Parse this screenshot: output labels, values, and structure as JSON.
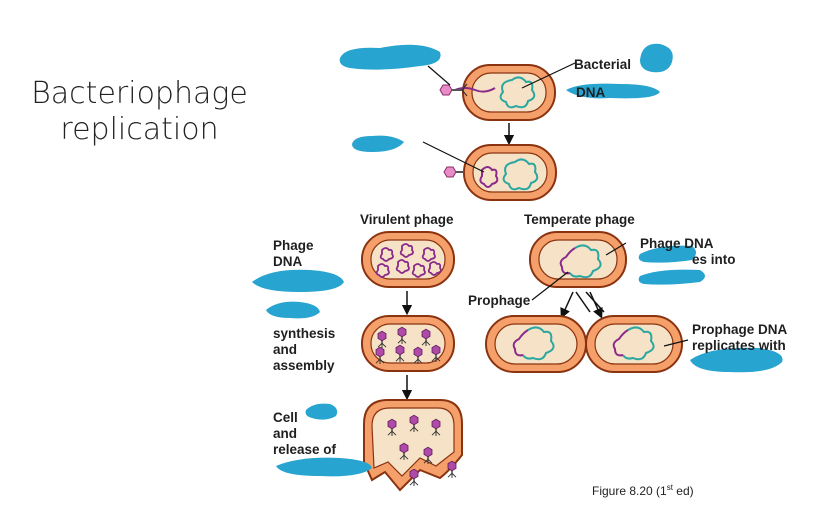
{
  "title": {
    "line1": "Bacteriophage",
    "line2": "replication"
  },
  "labels": {
    "bacterial": "Bacterial",
    "dna_top": "DNA",
    "virulent_phage": "Virulent phage",
    "temperate_phage": "Temperate phage",
    "phage_dna_left_1": "Phage",
    "phage_dna_left_2": "DNA",
    "synthesis": "synthesis",
    "and_1": "and",
    "assembly": "assembly",
    "cell": "Cell",
    "and_2": "and",
    "release_of": "release of",
    "phage_dna_right": "Phage DNA",
    "es_into": "es into",
    "prophage": "Prophage",
    "prophage_dna": "Prophage DNA",
    "replicates_with": "replicates with"
  },
  "caption": {
    "text": "Figure 8.20 (1",
    "sup": "st",
    "tail": " ed)"
  },
  "colors": {
    "cell_outer": "#f5a06a",
    "cell_membrane": "#8a3310",
    "cytoplasm": "#f6e2c6",
    "bacterial_dna": "#2aa7a0",
    "phage_dna": "#8a2a8a",
    "redaction": "#27a4cf"
  }
}
